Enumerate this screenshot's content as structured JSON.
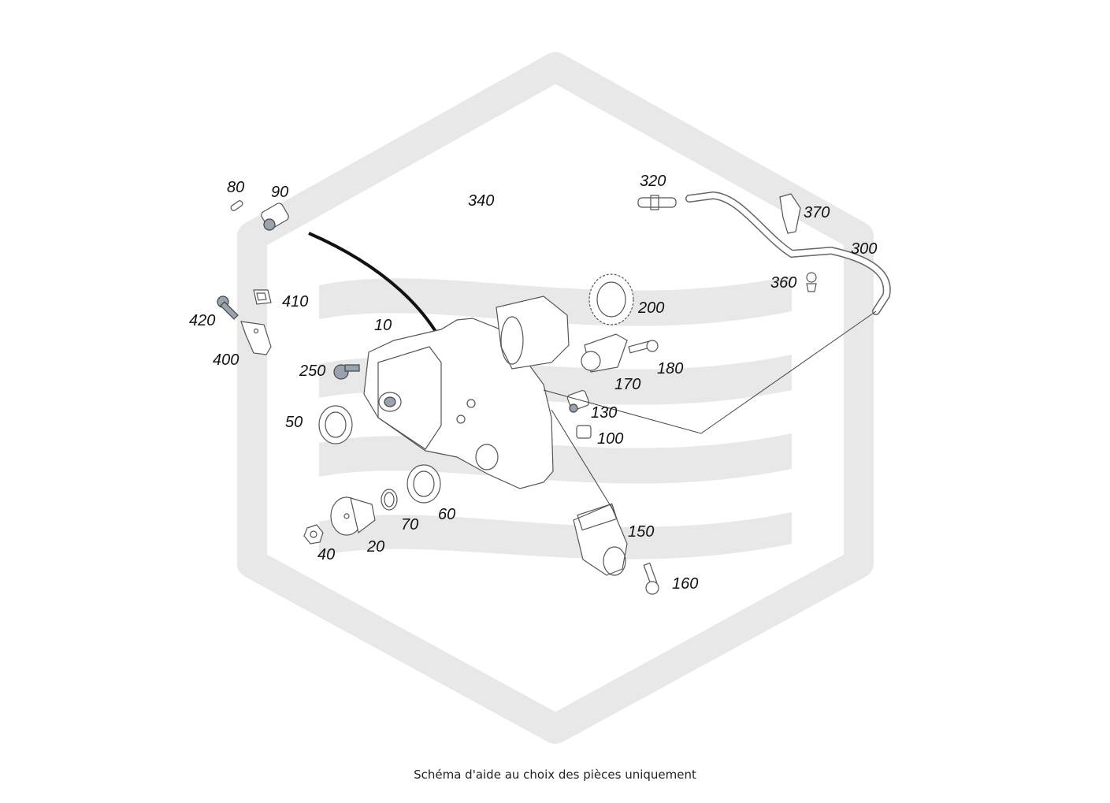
{
  "callouts": {
    "p10": "10",
    "p20": "20",
    "p40": "40",
    "p50": "50",
    "p60": "60",
    "p70": "70",
    "p80": "80",
    "p90": "90",
    "p100": "100",
    "p130": "130",
    "p150": "150",
    "p160": "160",
    "p170": "170",
    "p180": "180",
    "p200": "200",
    "p250": "250",
    "p300": "300",
    "p320": "320",
    "p340": "340",
    "p360": "360",
    "p370": "370",
    "p400": "400",
    "p410": "410",
    "p420": "420"
  },
  "caption": "Schéma d'aide au choix des pièces uniquement",
  "colors": {
    "watermark": "#e8e8e8",
    "line": "#555555",
    "bolt": "#9aa3ad",
    "arrow": "#111111"
  }
}
